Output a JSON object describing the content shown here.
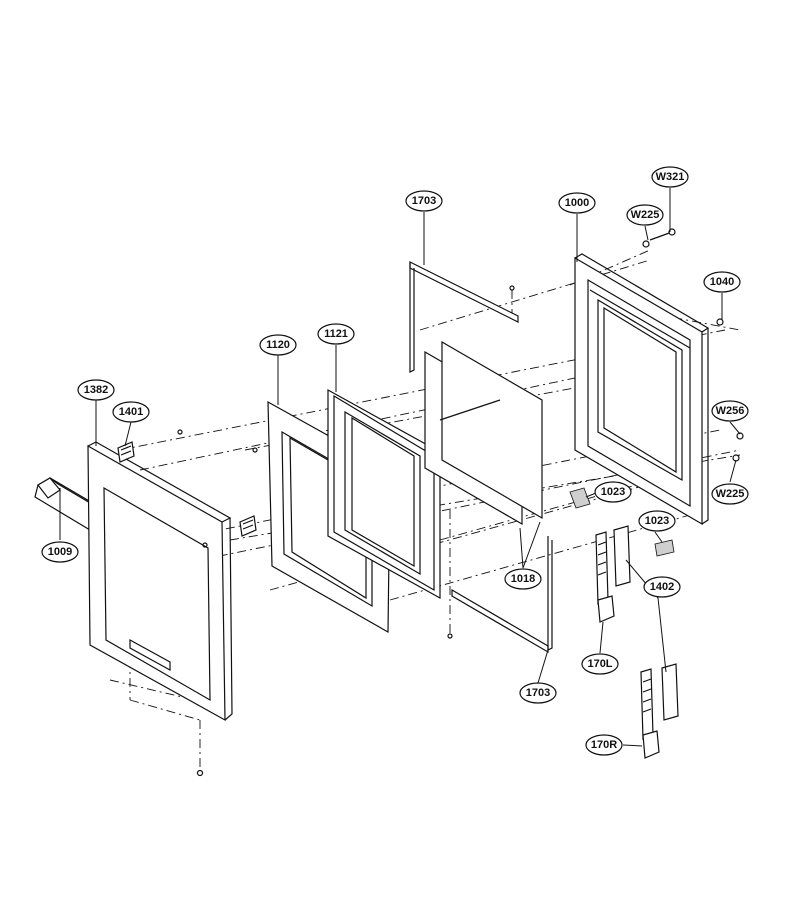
{
  "callouts": {
    "c1382": "1382",
    "c1401": "1401",
    "c1009": "1009",
    "c1120": "1120",
    "c1121": "1121",
    "c1703_top": "1703",
    "c1000": "1000",
    "cW321": "W321",
    "cW225_top": "W225",
    "c1040": "1040",
    "cW256": "W256",
    "cW225_right": "W225",
    "c1023_a": "1023",
    "c1023_b": "1023",
    "c1018": "1018",
    "c1402": "1402",
    "c170L": "170L",
    "c1703_bottom": "1703",
    "c170R": "170R"
  }
}
